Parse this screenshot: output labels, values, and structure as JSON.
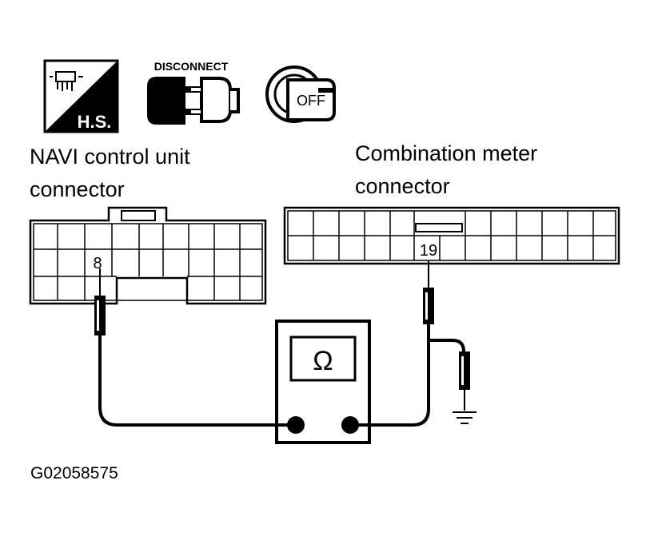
{
  "icons": {
    "hs": {
      "text": "H.S."
    },
    "disconnect": {
      "text": "DISCONNECT"
    },
    "ignition": {
      "text": "OFF"
    }
  },
  "navi_connector": {
    "label_line1": "NAVI control unit",
    "label_line2": "connector",
    "pin": "8"
  },
  "meter_connector": {
    "label_line1": "Combination meter",
    "label_line2": "connector",
    "pin": "19"
  },
  "ohmmeter": {
    "symbol": "Ω"
  },
  "figure_id": "G02058575"
}
